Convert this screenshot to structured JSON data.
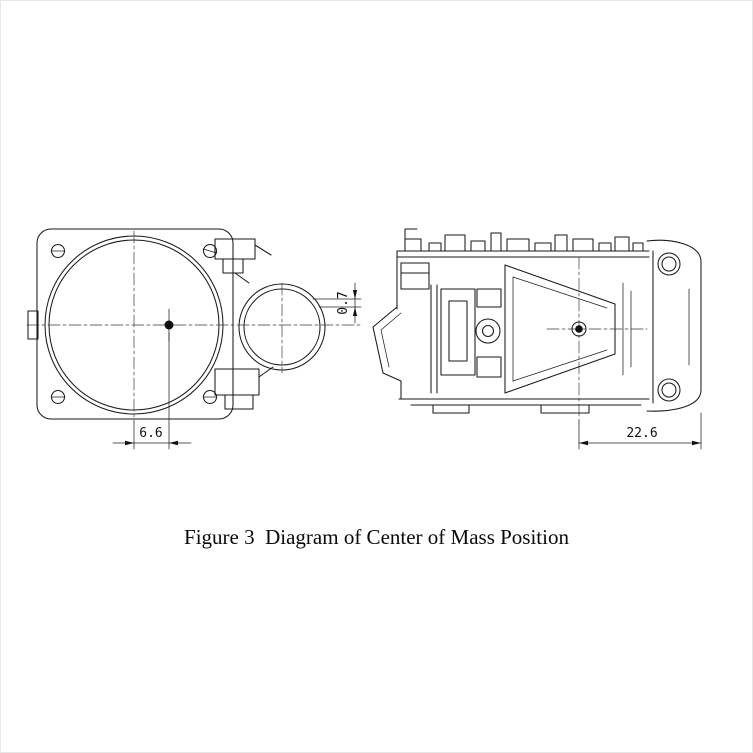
{
  "figure": {
    "caption": "Figure 3  Diagram of Center of Mass Position",
    "type": "technical-drawing",
    "dimensions": {
      "front_horizontal_offset": "6.6",
      "front_vertical_offset": "0.7",
      "side_horizontal_offset": "22.6"
    },
    "colors": {
      "line": "#1a1a1a",
      "background": "#ffffff"
    }
  }
}
